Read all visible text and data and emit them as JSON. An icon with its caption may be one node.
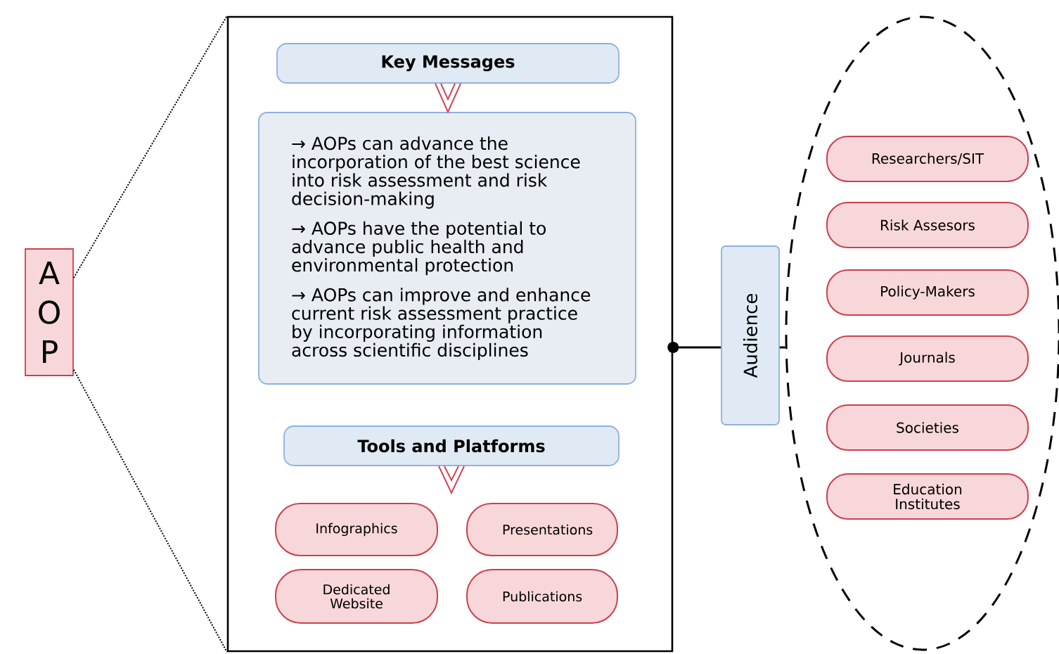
{
  "diagram": {
    "nodes": [
      {
        "text": [
          "A O P"
        ]
      },
      {
        "text": [],
        "shape": "box"
      },
      {
        "text": [
          "Key Messages"
        ],
        "in": 1
      },
      {
        "text": [
          "→ AOPs can advance the incorporation of the best science into risk assessment and risk decision-making",
          "→ AOPs have the potential to advance public health and environmental protection",
          "→ AOPs can improve and enhance current risk assessment practice by incorporating information across scientific disciplines"
        ],
        "in": 1
      },
      {
        "text": [
          "Tools and Platforms"
        ],
        "in": 1
      },
      {
        "text": [
          "Infographics"
        ],
        "in": 1
      },
      {
        "text": [
          "Presentations"
        ],
        "in": 1
      },
      {
        "text": [
          "Dedicated Website"
        ],
        "in": 1
      },
      {
        "text": [
          "Publications"
        ],
        "in": 1
      },
      {
        "text": [
          "Audience"
        ]
      },
      {
        "text": [],
        "shape": "circle"
      },
      {
        "text": [
          "Researchers/SIT"
        ],
        "in": 10
      },
      {
        "text": [
          "Risk Assesors"
        ],
        "in": 10
      },
      {
        "text": [
          "Policy-Makers"
        ],
        "in": 10
      },
      {
        "text": [
          "Journals"
        ],
        "in": 10
      },
      {
        "text": [
          "Societies"
        ],
        "in": 10
      },
      {
        "text": [
          "Education Institutes"
        ],
        "in": 10
      }
    ],
    "edges": [
      {
        "from": 0,
        "to": 1,
        "arrow": "none",
        "style": "dashed"
      },
      {
        "from": 0,
        "to": 1,
        "arrow": "none",
        "style": "dashed"
      },
      {
        "from": 2,
        "to": 3,
        "arrow": "to",
        "color": "#d0404e"
      },
      {
        "from": 4,
        "to": null,
        "arrow": "to",
        "color": "#d0404e"
      },
      {
        "from": 1,
        "to": 9,
        "arrow": "other"
      },
      {
        "from": 9,
        "to": 10,
        "arrow": "none"
      }
    ]
  }
}
